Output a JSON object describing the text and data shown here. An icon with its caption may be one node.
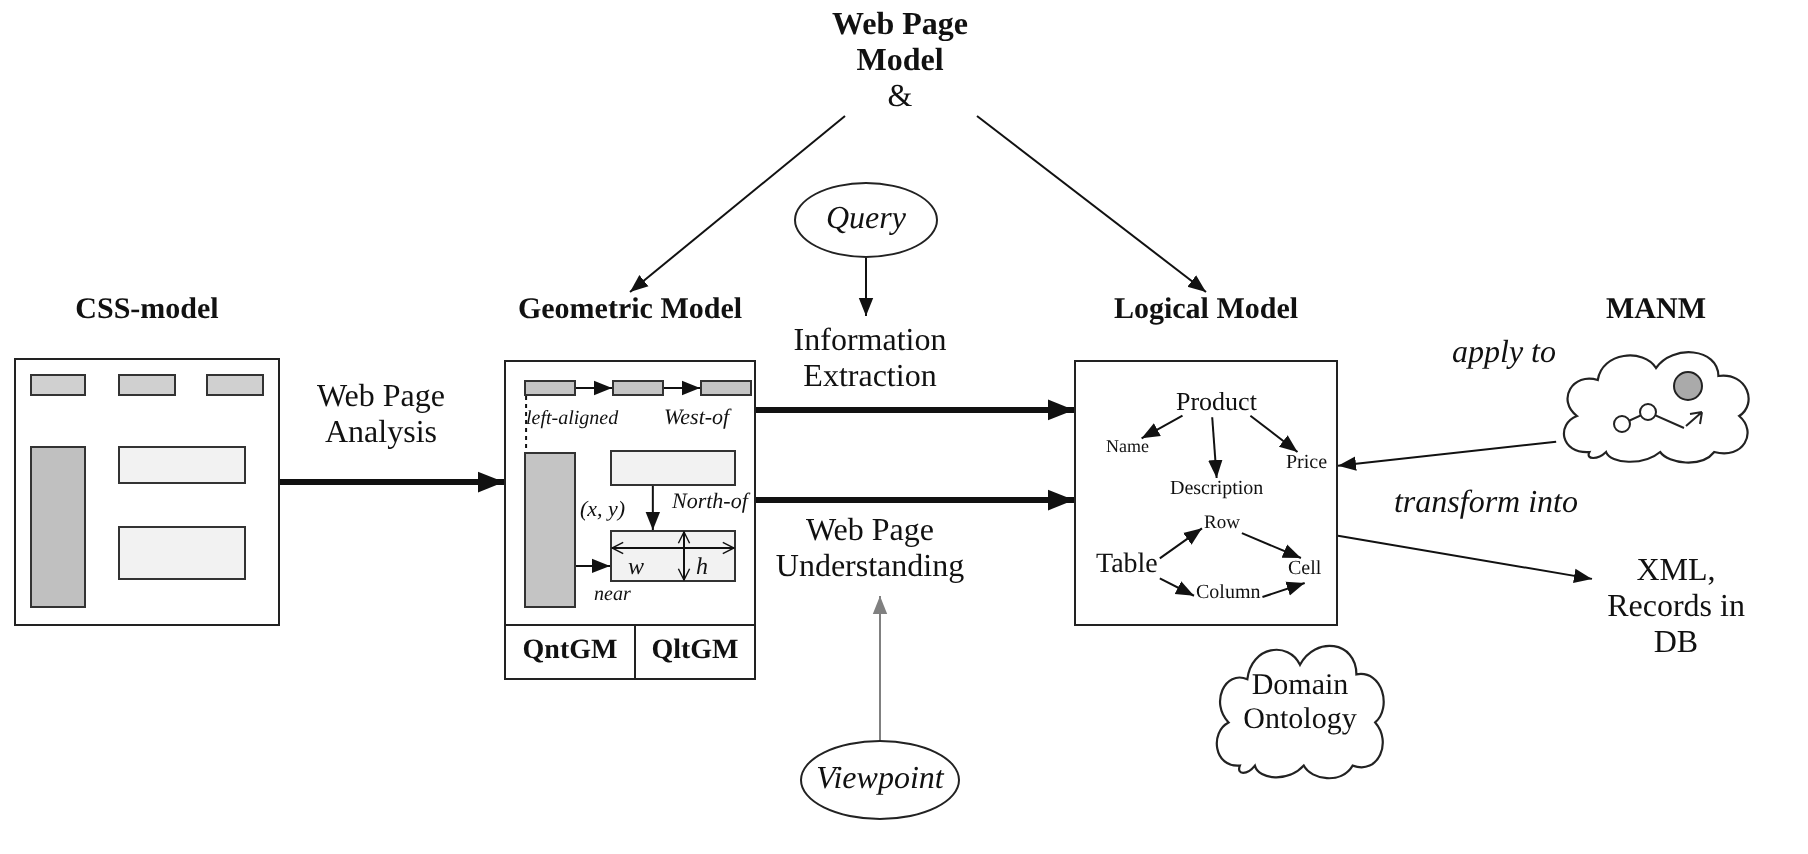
{
  "diagram": {
    "nodes": [
      {
        "text": [
          "Web Page Model",
          "&"
        ]
      },
      {
        "text": [
          "CSS-model"
        ]
      },
      {
        "text": [
          "Geometric Model"
        ]
      },
      {
        "text": [],
        "shape": "box",
        "in": 2
      },
      {
        "text": [],
        "shape": "box",
        "in": 2
      },
      {
        "text": [],
        "shape": "box",
        "in": 2
      },
      {
        "text": [],
        "shape": "box",
        "in": 2
      },
      {
        "text": [],
        "shape": "box",
        "in": 2
      },
      {
        "text": [],
        "shape": "box",
        "in": 2
      },
      {
        "text": [
          "QntGM"
        ],
        "in": 2
      },
      {
        "text": [
          "QltGM"
        ],
        "in": 2
      },
      {
        "text": [
          "Query"
        ]
      },
      {
        "text": [
          "Logical Model"
        ]
      },
      {
        "text": [
          "Product"
        ],
        "in": 12
      },
      {
        "text": [
          "Name"
        ],
        "in": 12
      },
      {
        "text": [
          "Price"
        ],
        "in": 12
      },
      {
        "text": [
          "Description"
        ],
        "in": 12
      },
      {
        "text": [
          "Row"
        ],
        "in": 12
      },
      {
        "text": [
          "Table"
        ],
        "in": 12
      },
      {
        "text": [
          "Cell"
        ],
        "in": 12
      },
      {
        "text": [
          "Column"
        ],
        "in": 12
      },
      {
        "text": [
          "MANM"
        ]
      },
      {
        "text": [
          "Domain Ontology"
        ]
      },
      {
        "text": [
          "XML, Records in DB"
        ]
      },
      {
        "text": [
          "Viewpoint"
        ]
      }
    ],
    "edges": [
      {
        "from": 0,
        "to": 2,
        "arrow": "to"
      },
      {
        "from": 0,
        "to": 12,
        "arrow": "to"
      },
      {
        "from": 1,
        "to": 2,
        "arrow": "to",
        "label": "Web Page Analysis",
        "style": "thick"
      },
      {
        "from": 11,
        "to": null,
        "arrow": "to"
      },
      {
        "from": 2,
        "to": 12,
        "arrow": "to",
        "label": "Information Extraction",
        "style": "thick"
      },
      {
        "from": 2,
        "to": 12,
        "arrow": "to",
        "label": "Web Page Understanding",
        "style": "thick"
      },
      {
        "from": 24,
        "to": null,
        "arrow": "to",
        "color": "#808080"
      },
      {
        "from": 21,
        "to": 12,
        "arrow": "to",
        "label": "apply to"
      },
      {
        "from": 12,
        "to": 23,
        "arrow": "to",
        "label": "transform into"
      },
      {
        "from": 3,
        "to": 4,
        "arrow": "to"
      },
      {
        "from": 4,
        "to": 5,
        "arrow": "to"
      },
      {
        "from": 3,
        "to": 6,
        "arrow": "none",
        "style": "dashed"
      },
      {
        "from": 7,
        "to": 8,
        "arrow": "to"
      },
      {
        "from": 6,
        "to": 8,
        "arrow": "to"
      },
      {
        "from": 13,
        "to": 14,
        "arrow": "to"
      },
      {
        "from": 13,
        "to": 16,
        "arrow": "to"
      },
      {
        "from": 13,
        "to": 15,
        "arrow": "to"
      },
      {
        "from": 18,
        "to": 17,
        "arrow": "to"
      },
      {
        "from": 18,
        "to": 20,
        "arrow": "to"
      },
      {
        "from": 17,
        "to": 19,
        "arrow": "to"
      },
      {
        "from": 20,
        "to": 19,
        "arrow": "to"
      }
    ],
    "labels": [
      "left-aligned",
      "West-of",
      "North-of",
      "(x, y)",
      "w",
      "h",
      "near"
    ]
  }
}
